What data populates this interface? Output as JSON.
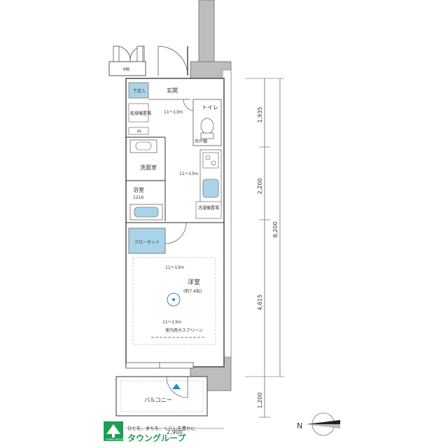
{
  "rooms": {
    "entrance": "玄関",
    "toilet": "トイレ",
    "washroom": "洗面室",
    "bath": "浴室",
    "bath_size": "1216",
    "closet": "クローゼット",
    "western_room": "洋室",
    "western_room_size": "(約7.4帖)",
    "balcony": "バルコニー",
    "shoe_box": "下足入",
    "dryer_box": "乾燥機置場",
    "wc_storage": "吊戸棚",
    "washer_area": "洗濯機置場",
    "mb": "MB",
    "pi": "PI"
  },
  "fixtures": {
    "ceiling_height_entry": "11～13m",
    "ceiling_height_corridor": "11～13m",
    "ceiling_height_room_top": "11～13m",
    "ceiling_height_room_bottom": "11～13m",
    "indoor_screen": "室内用ホスクリーン"
  },
  "dimensions": {
    "d1": "1,935",
    "d2": "2,200",
    "d3": "4,615",
    "d4": "1,200",
    "total": "8,200",
    "bottom": "2,900"
  },
  "compass": {
    "north": "N"
  },
  "brand": {
    "tagline": "ひとを、まちを、くらしを豊かに",
    "name": "タウングループ",
    "logo_sub": "TOWN GROUP"
  },
  "colors": {
    "fixture_blue": "#a9d4e8",
    "wall_gray": "#bdbdbd",
    "logo_green": "#1f9d55"
  }
}
